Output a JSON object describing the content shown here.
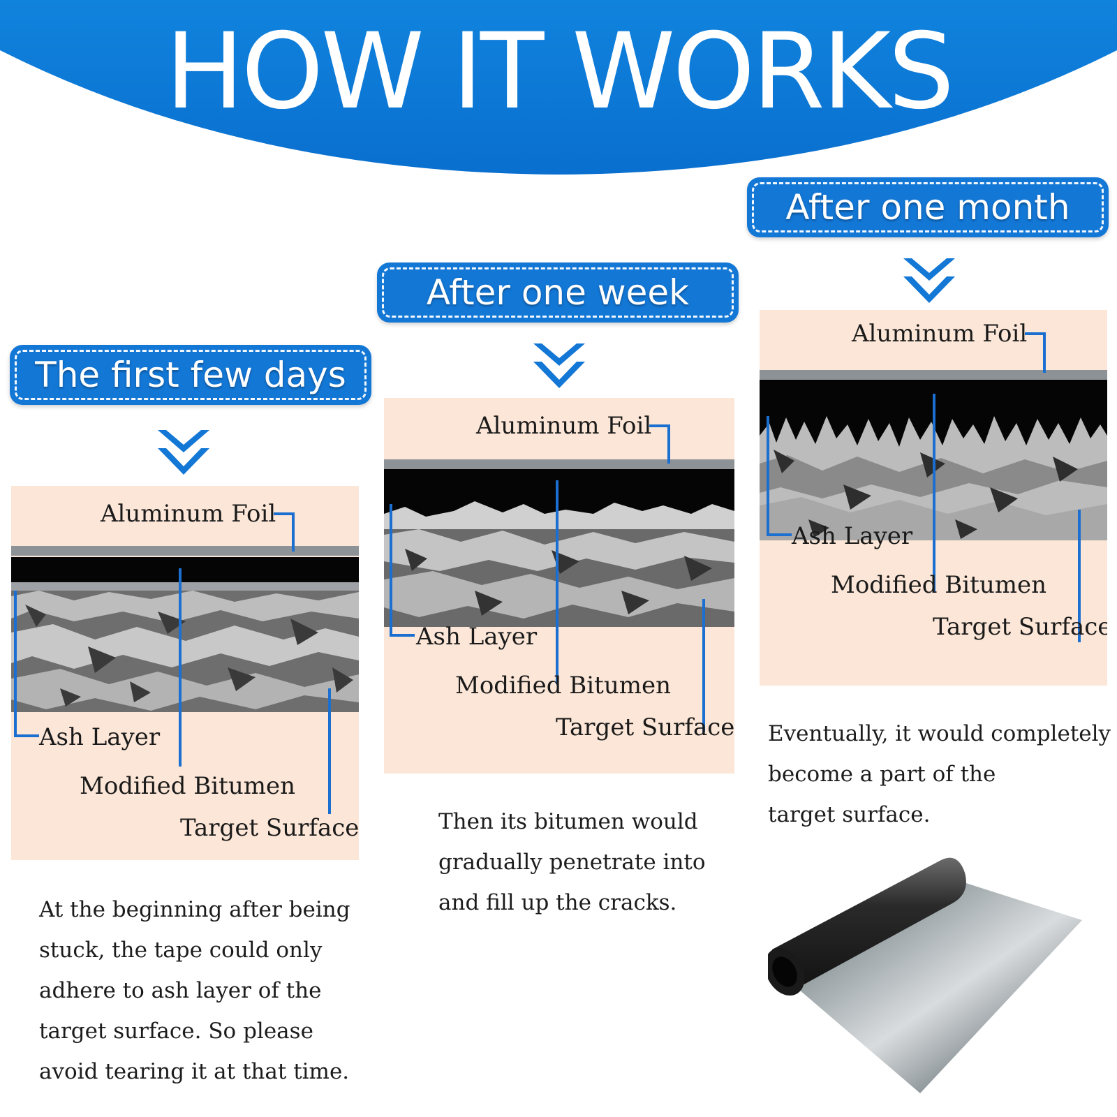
{
  "header": {
    "title": "HOW IT WORKS",
    "color": "#0f7ad8"
  },
  "stages": [
    {
      "badge": "The first few days",
      "labels": {
        "foil": "Aluminum Foil",
        "ash": "Ash Layer",
        "bitumen": "Modified Bitumen",
        "surface": "Target Surface"
      },
      "caption_lines": [
        "At the beginning after being",
        "stuck, the tape could only",
        "adhere to ash layer of the",
        "target surface. So please",
        "avoid tearing it at that time."
      ]
    },
    {
      "badge": "After one week",
      "labels": {
        "foil": "Aluminum Foil",
        "ash": "Ash Layer",
        "bitumen": "Modified Bitumen",
        "surface": "Target Surface"
      },
      "caption_lines": [
        "Then its bitumen would",
        "gradually penetrate into",
        "and fill up the cracks."
      ]
    },
    {
      "badge": "After one month",
      "labels": {
        "foil": "Aluminum Foil",
        "ash": "Ash Layer",
        "bitumen": "Modified Bitumen",
        "surface": "Target Surface"
      },
      "caption_lines": [
        "Eventually, it would completely",
        "become a part of the",
        "target surface."
      ]
    }
  ],
  "colors": {
    "accent_blue": "#1377d6",
    "panel_background": "#fbe6d7",
    "leader_line": "#1a6fd1",
    "bitumen": "#050505",
    "foil": "#8d9297"
  },
  "icons": {
    "stage_arrow": "double-chevron-down-icon",
    "product": "tape-roll-image"
  }
}
